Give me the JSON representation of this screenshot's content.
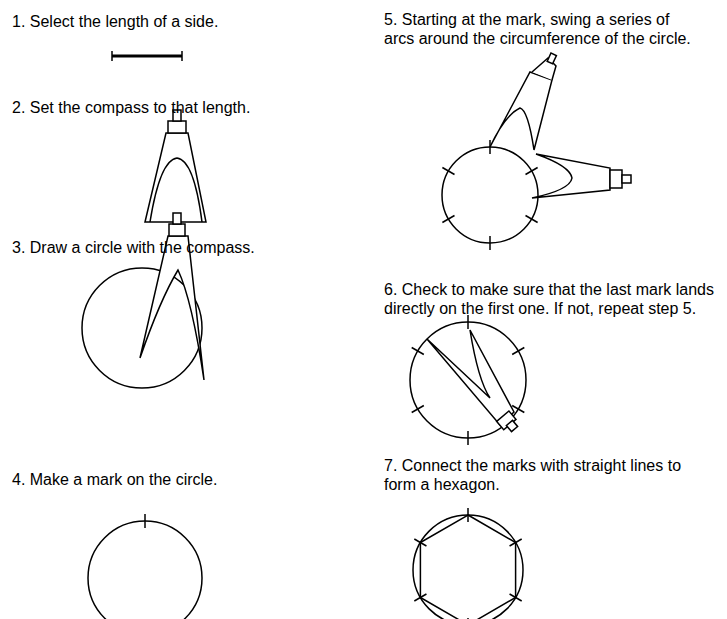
{
  "diagram": {
    "labels": [
      "1. Select the length of a side.",
      "2. Set the compass to that length.",
      "3. Draw a circle with the compass.",
      "4. Make a mark on the circle.",
      "5. Starting at the mark, swing a series of arcs around the circumference of the circle.",
      "6. Check to make sure that the last mark lands directly on the first one. If not, repeat step 5.",
      "7. Connect the marks with straight lines to form a hexagon."
    ]
  }
}
